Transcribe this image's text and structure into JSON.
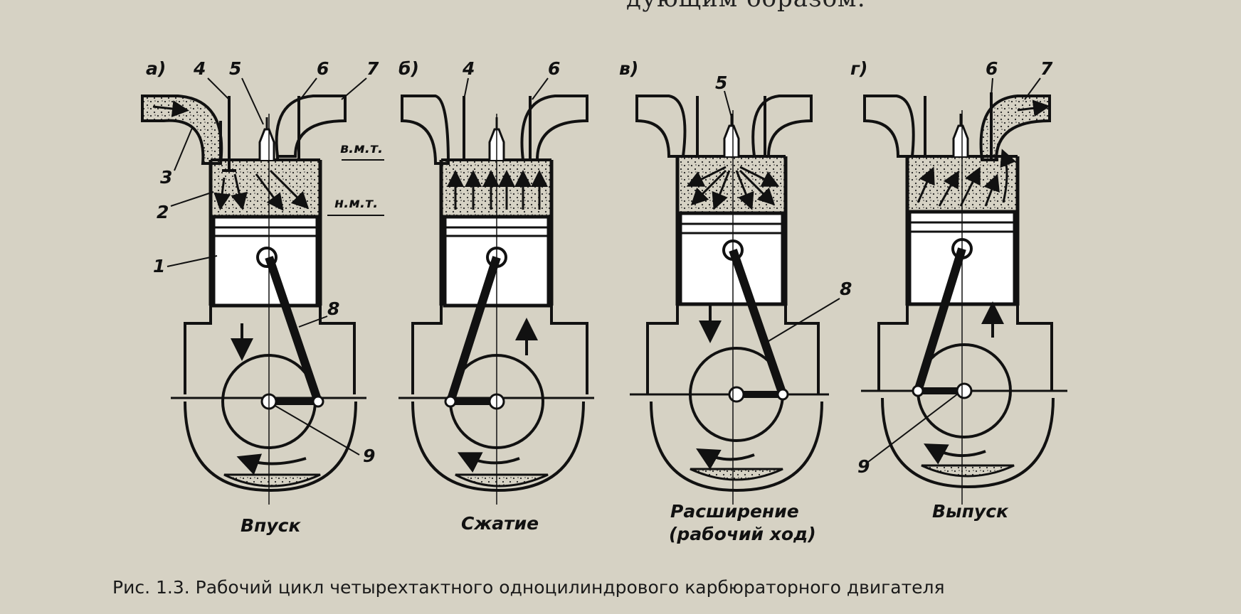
{
  "top_text": "дующим образом:",
  "caption": "Рис. 1.3. Рабочий цикл четырехтактного одноцилиндрового карбюраторного двигателя",
  "panels": [
    {
      "letter": "а)",
      "stroke_label": "Впуск",
      "stroke_label_2": "",
      "numbers": [
        "1",
        "2",
        "3",
        "4",
        "5",
        "6",
        "7",
        "8",
        "9"
      ],
      "tdc_label": "в.м.т.",
      "bdc_label": "н.м.т."
    },
    {
      "letter": "б)",
      "stroke_label": "Сжатие",
      "stroke_label_2": "",
      "numbers": [
        "4",
        "6"
      ]
    },
    {
      "letter": "в)",
      "stroke_label": "Расширение",
      "stroke_label_2": "(рабочий ход)",
      "numbers": [
        "5",
        "8"
      ]
    },
    {
      "letter": "г)",
      "stroke_label": "Выпуск",
      "stroke_label_2": "",
      "numbers": [
        "6",
        "7",
        "9"
      ]
    }
  ]
}
